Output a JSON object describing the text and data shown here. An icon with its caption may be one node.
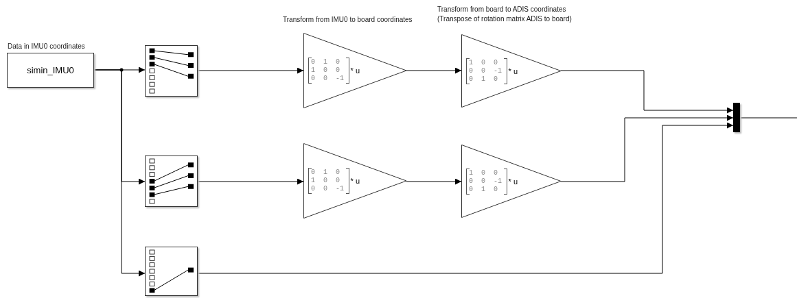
{
  "diagram": {
    "nodes": [
      {
        "text": [
          "simin_IMU0"
        ],
        "beside": [
          "Data in IMU0 coordinates"
        ]
      },
      {
        "text": [],
        "shape": "box"
      },
      {
        "text": [],
        "shape": "box"
      },
      {
        "text": [],
        "shape": "box"
      },
      {
        "text": [
          "0 1 0 1 0 0 0 0 -1",
          "* u"
        ],
        "beside": [
          "Transform from IMU0 to board coordinates"
        ]
      },
      {
        "text": [
          "1 0 0 0 0 -1 0 1 0",
          "* u"
        ],
        "beside": [
          "Transform from board to ADIS coordinates (Transpose of rotation matrix ADIS to board)"
        ]
      },
      {
        "text": [
          "0 1 0 1 0 0 0 0 -1",
          "* u"
        ]
      },
      {
        "text": [
          "1 0 0 0 0 -1 0 1 0",
          "* u"
        ]
      },
      {
        "text": [],
        "shape": "bar"
      }
    ],
    "edges": [
      {
        "from": 0,
        "to": 1,
        "arrow": "to"
      },
      {
        "from": 0,
        "to": 2,
        "arrow": "to"
      },
      {
        "from": 0,
        "to": 3,
        "arrow": "to"
      },
      {
        "from": 1,
        "to": 4,
        "arrow": "to"
      },
      {
        "from": 4,
        "to": 5,
        "arrow": "to"
      },
      {
        "from": 5,
        "to": 8,
        "arrow": "to"
      },
      {
        "from": 2,
        "to": 6,
        "arrow": "to"
      },
      {
        "from": 6,
        "to": 7,
        "arrow": "to"
      },
      {
        "from": 7,
        "to": 8,
        "arrow": "to"
      },
      {
        "from": 3,
        "to": 8,
        "arrow": "to"
      },
      {
        "from": 8,
        "to": null,
        "arrow": "none"
      }
    ]
  }
}
